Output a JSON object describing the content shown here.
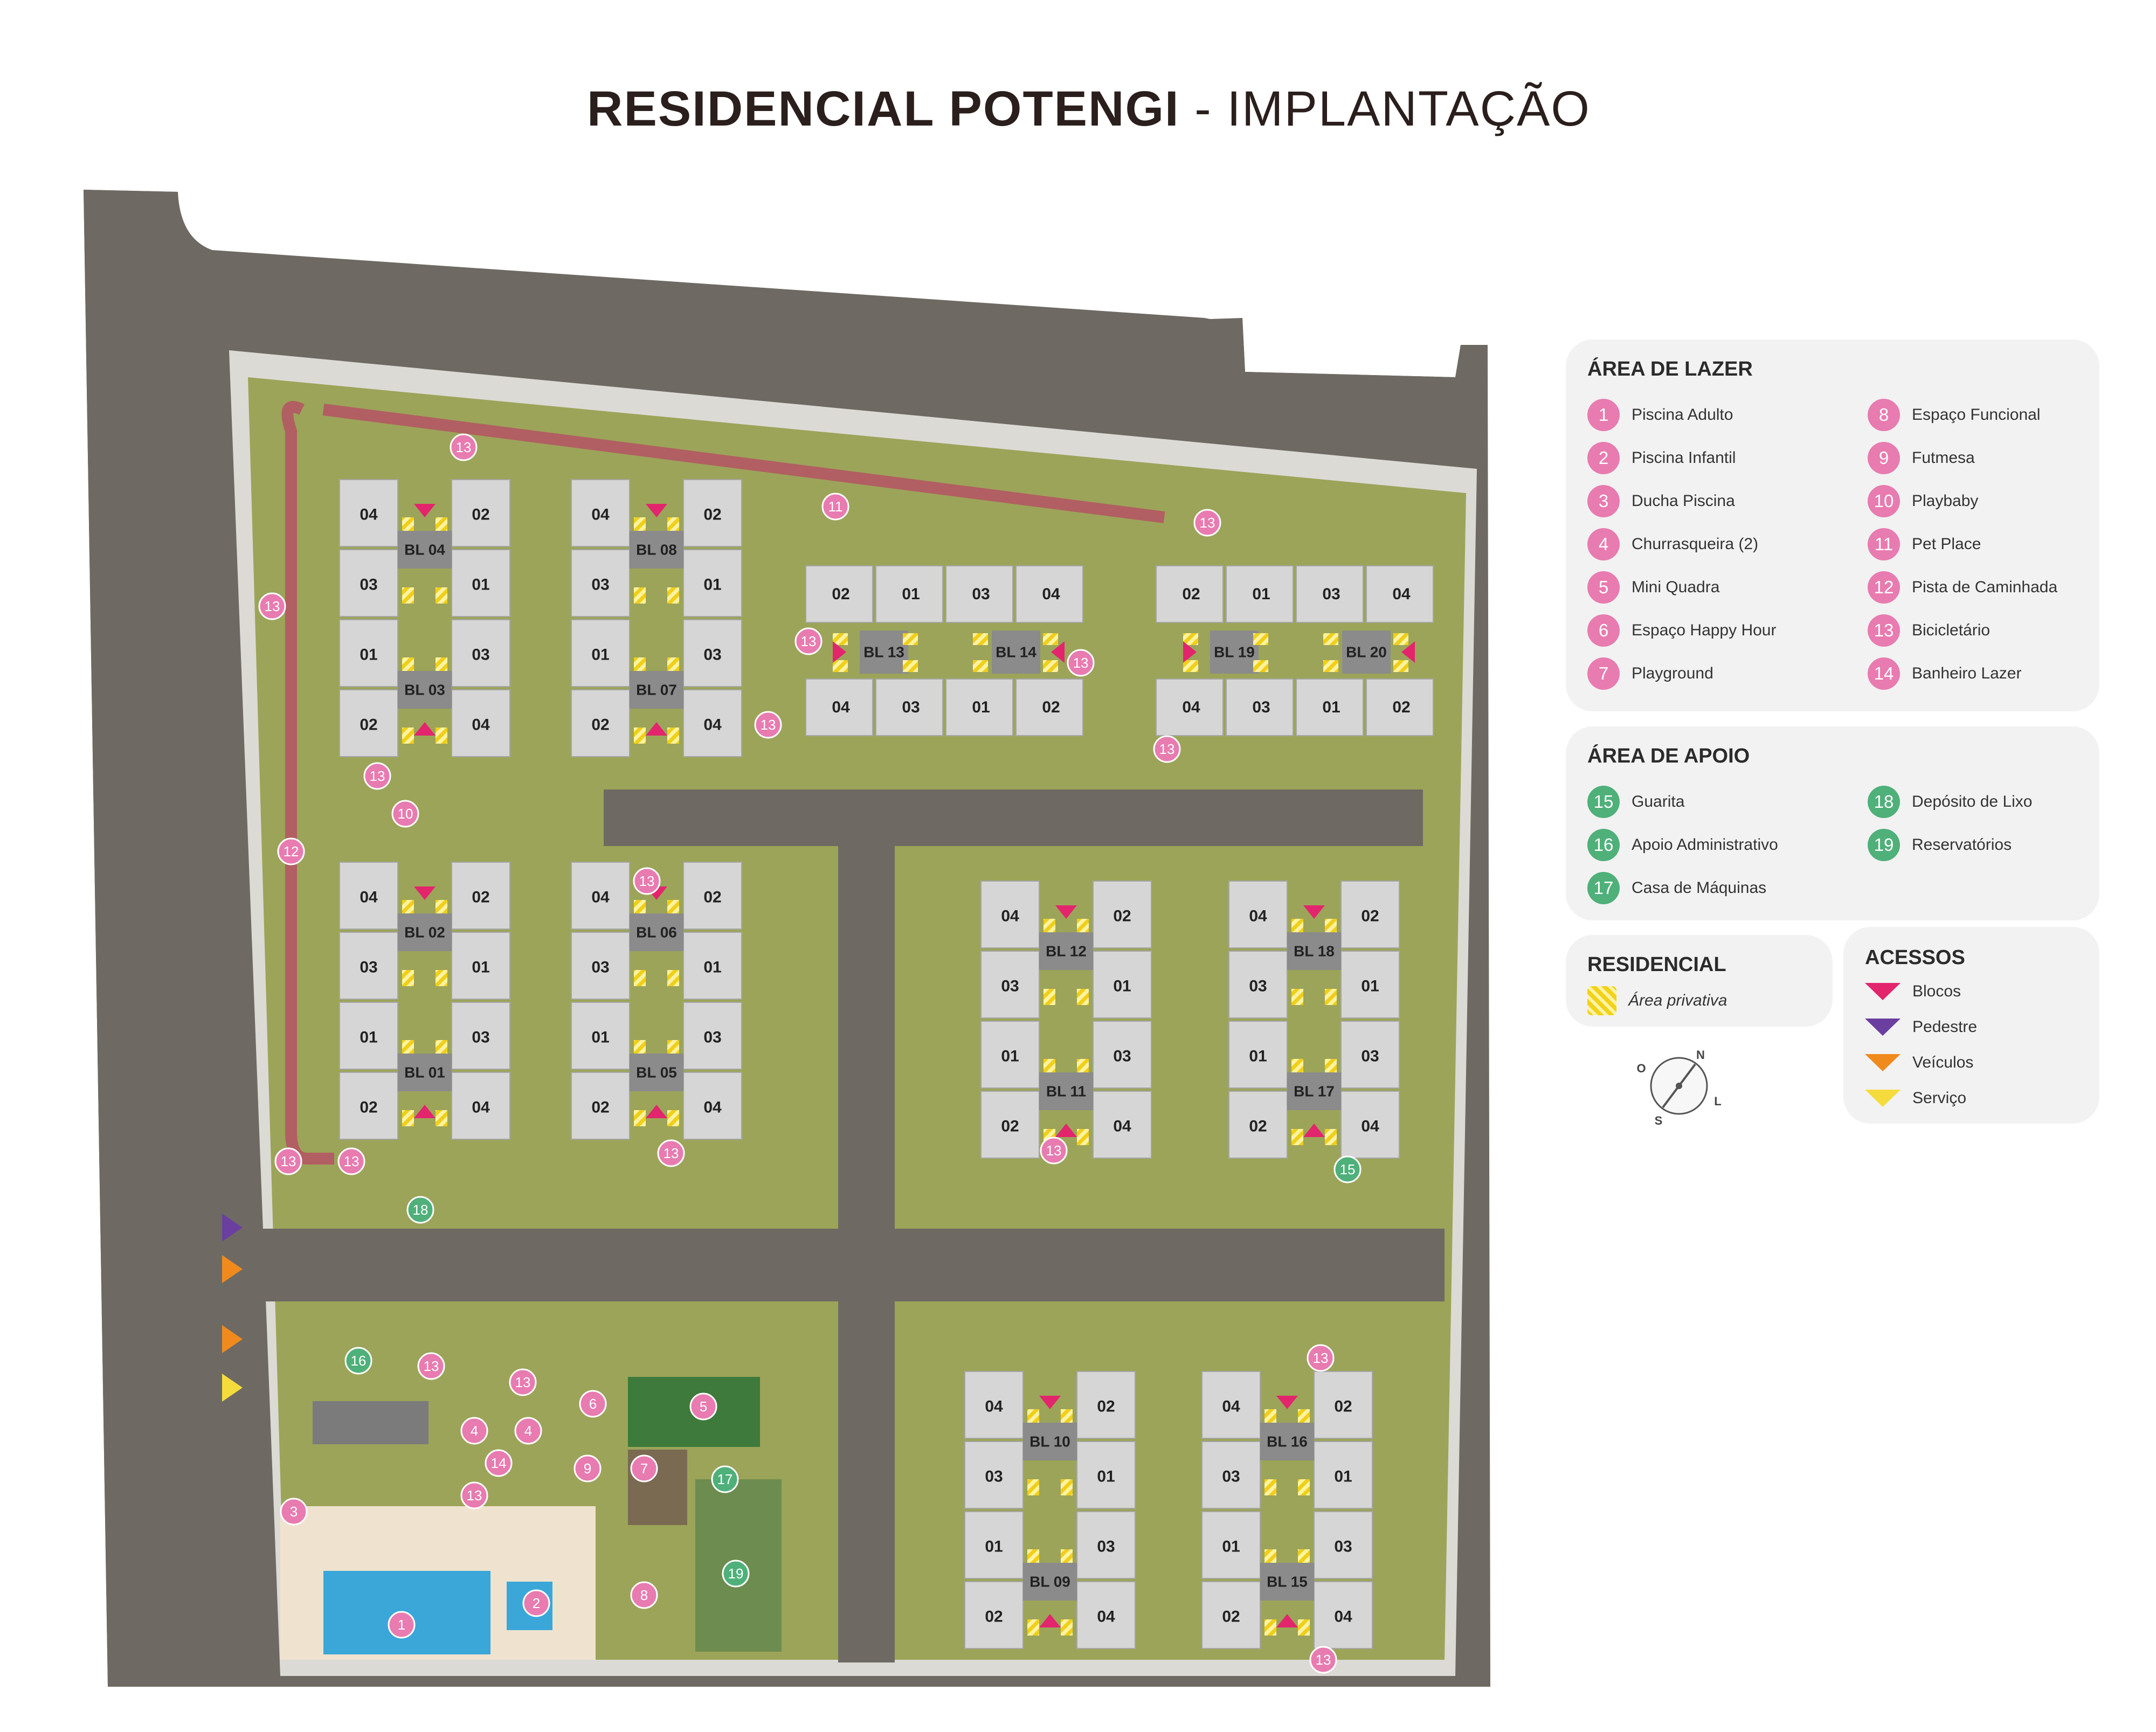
{
  "title": {
    "bold": "RESIDENCIAL POTENGI",
    "light": " - IMPLANTAÇÃO"
  },
  "colors": {
    "pink": "#e87bb0",
    "green": "#4fb07a",
    "arrow_blocos": "#e2256d",
    "arrow_pedestre": "#6b3fa0",
    "arrow_veiculos": "#f08a1c",
    "arrow_servico": "#f5dc3c",
    "road": "#6e6a63",
    "grass": "#9aa257",
    "building": "#d6d6d6",
    "panel_bg": "#f2f2f2",
    "walkway": "#b15f62"
  },
  "legend": {
    "lazer": {
      "title": "ÁREA DE LAZER",
      "items": [
        {
          "n": "1",
          "label": "Piscina Adulto"
        },
        {
          "n": "2",
          "label": "Piscina Infantil"
        },
        {
          "n": "3",
          "label": "Ducha Piscina"
        },
        {
          "n": "4",
          "label": "Churrasqueira (2)"
        },
        {
          "n": "5",
          "label": "Mini Quadra"
        },
        {
          "n": "6",
          "label": "Espaço Happy Hour"
        },
        {
          "n": "7",
          "label": "Playground"
        },
        {
          "n": "8",
          "label": "Espaço Funcional"
        },
        {
          "n": "9",
          "label": "Futmesa"
        },
        {
          "n": "10",
          "label": "Playbaby"
        },
        {
          "n": "11",
          "label": "Pet Place"
        },
        {
          "n": "12",
          "label": "Pista de Caminhada"
        },
        {
          "n": "13",
          "label": "Bicicletário"
        },
        {
          "n": "14",
          "label": "Banheiro Lazer"
        }
      ]
    },
    "apoio": {
      "title": "ÁREA DE APOIO",
      "items": [
        {
          "n": "15",
          "label": "Guarita"
        },
        {
          "n": "16",
          "label": "Apoio Administrativo"
        },
        {
          "n": "17",
          "label": "Casa de Máquinas"
        },
        {
          "n": "18",
          "label": "Depósito de Lixo"
        },
        {
          "n": "19",
          "label": "Reservatórios"
        }
      ]
    },
    "residencial": {
      "title": "RESIDENCIAL",
      "item": "Área privativa"
    },
    "acessos": {
      "title": "ACESSOS",
      "items": [
        {
          "label": "Blocos",
          "color": "#e2256d"
        },
        {
          "label": "Pedestre",
          "color": "#6b3fa0"
        },
        {
          "label": "Veículos",
          "color": "#f08a1c"
        },
        {
          "label": "Serviço",
          "color": "#f5dc3c"
        }
      ]
    }
  },
  "compass": {
    "n": "N",
    "s": "S",
    "l": "L",
    "o": "O"
  },
  "block_pairs": [
    {
      "top": "BL 04",
      "bottom": "BL 03"
    },
    {
      "top": "BL 08",
      "bottom": "BL 07"
    },
    {
      "top": "BL 02",
      "bottom": "BL 01"
    },
    {
      "top": "BL 06",
      "bottom": "BL 05"
    },
    {
      "top": "BL 12",
      "bottom": "BL 11"
    },
    {
      "top": "BL 18",
      "bottom": "BL 17"
    },
    {
      "top": "BL 10",
      "bottom": "BL 09"
    },
    {
      "top": "BL 16",
      "bottom": "BL 15"
    }
  ],
  "unit_column_left": [
    "04",
    "03",
    "01",
    "02"
  ],
  "unit_column_right": [
    "02",
    "01",
    "03",
    "04"
  ],
  "block_rows": [
    {
      "left": "BL 13",
      "right": "BL 14",
      "top_units": [
        "02",
        "01",
        "03",
        "04"
      ],
      "bottom_units": [
        "04",
        "03",
        "01",
        "02"
      ]
    },
    {
      "left": "BL 19",
      "right": "BL 20",
      "top_units": [
        "02",
        "01",
        "03",
        "04"
      ],
      "bottom_units": [
        "04",
        "03",
        "01",
        "02"
      ]
    }
  ],
  "map_markers": [
    {
      "n": "13",
      "kind": "lazer"
    },
    {
      "n": "11",
      "kind": "lazer"
    },
    {
      "n": "13",
      "kind": "lazer"
    },
    {
      "n": "13",
      "kind": "lazer"
    },
    {
      "n": "13",
      "kind": "lazer"
    },
    {
      "n": "13",
      "kind": "lazer"
    },
    {
      "n": "13",
      "kind": "lazer"
    },
    {
      "n": "13",
      "kind": "lazer"
    },
    {
      "n": "10",
      "kind": "lazer"
    },
    {
      "n": "12",
      "kind": "lazer"
    },
    {
      "n": "13",
      "kind": "lazer"
    },
    {
      "n": "13",
      "kind": "lazer"
    },
    {
      "n": "13",
      "kind": "lazer"
    },
    {
      "n": "13",
      "kind": "lazer"
    },
    {
      "n": "13",
      "kind": "lazer"
    },
    {
      "n": "13",
      "kind": "lazer"
    },
    {
      "n": "15",
      "kind": "apoio"
    },
    {
      "n": "18",
      "kind": "apoio"
    },
    {
      "n": "16",
      "kind": "apoio"
    },
    {
      "n": "13",
      "kind": "lazer"
    },
    {
      "n": "13",
      "kind": "lazer"
    },
    {
      "n": "6",
      "kind": "lazer"
    },
    {
      "n": "5",
      "kind": "lazer"
    },
    {
      "n": "4",
      "kind": "lazer"
    },
    {
      "n": "4",
      "kind": "lazer"
    },
    {
      "n": "14",
      "kind": "lazer"
    },
    {
      "n": "9",
      "kind": "lazer"
    },
    {
      "n": "7",
      "kind": "lazer"
    },
    {
      "n": "17",
      "kind": "apoio"
    },
    {
      "n": "13",
      "kind": "lazer"
    },
    {
      "n": "3",
      "kind": "lazer"
    },
    {
      "n": "1",
      "kind": "lazer"
    },
    {
      "n": "2",
      "kind": "lazer"
    },
    {
      "n": "8",
      "kind": "lazer"
    },
    {
      "n": "19",
      "kind": "apoio"
    },
    {
      "n": "13",
      "kind": "lazer"
    },
    {
      "n": "13",
      "kind": "lazer"
    },
    {
      "n": "13",
      "kind": "lazer"
    }
  ]
}
